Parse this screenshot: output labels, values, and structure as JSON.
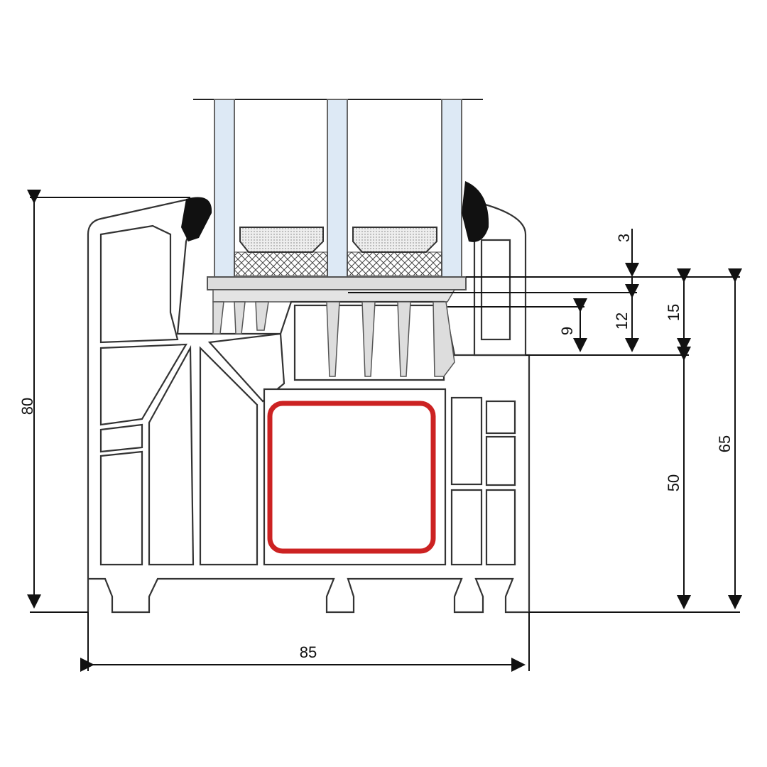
{
  "title": "Window profile cross-section with dimensions",
  "dimensions": {
    "overall_height": "80",
    "overall_width": "85",
    "glazing_bead_top": "3",
    "rebate_9": "9",
    "rebate_12": "12",
    "rebate_15": "15",
    "frame_height_50": "50",
    "frame_height_65": "65"
  },
  "colors": {
    "reinforcement": "#cc2222",
    "glass": "#dde9f5",
    "outline": "#333333",
    "gasket": "#111111",
    "spacer": "#d9d9d9"
  }
}
